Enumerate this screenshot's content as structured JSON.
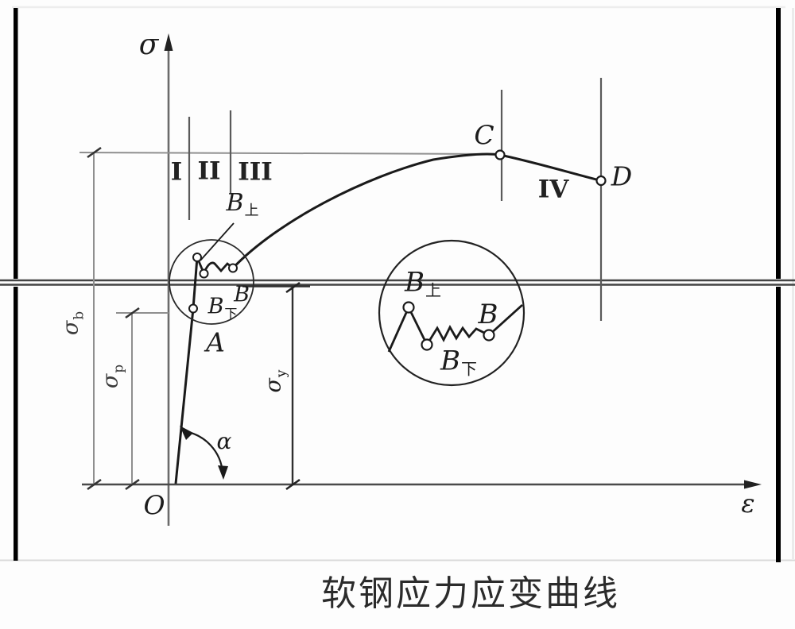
{
  "figure": {
    "caption": "软钢应力应变曲线"
  },
  "axes": {
    "stress_label": "σ",
    "strain_label": "ε",
    "origin_label": "O",
    "angle_label": "α"
  },
  "stress_levels": {
    "sigma_b": {
      "main": "σ",
      "sub": "b"
    },
    "sigma_p": {
      "main": "σ",
      "sub": "p"
    },
    "sigma_y": {
      "main": "σ",
      "sub": "y"
    }
  },
  "regions": {
    "r1": "I",
    "r2": "II",
    "r3": "III",
    "r4": "IV"
  },
  "points": {
    "A": "A",
    "B": "B",
    "C": "C",
    "D": "D",
    "B_upper": {
      "main": "B",
      "sub": "上"
    },
    "B_lower": {
      "main": "B",
      "sub": "下"
    }
  },
  "magnifier": {
    "B_upper": {
      "main": "B",
      "sub": "上"
    },
    "B": "B",
    "B_lower": {
      "main": "B",
      "sub": "下"
    }
  },
  "colors": {
    "curve": "#1a1a1a",
    "axis": "#5a5a5a",
    "dimension": "#8f8f8f",
    "page_rule": "#454545",
    "margin_bar": "#000000"
  }
}
